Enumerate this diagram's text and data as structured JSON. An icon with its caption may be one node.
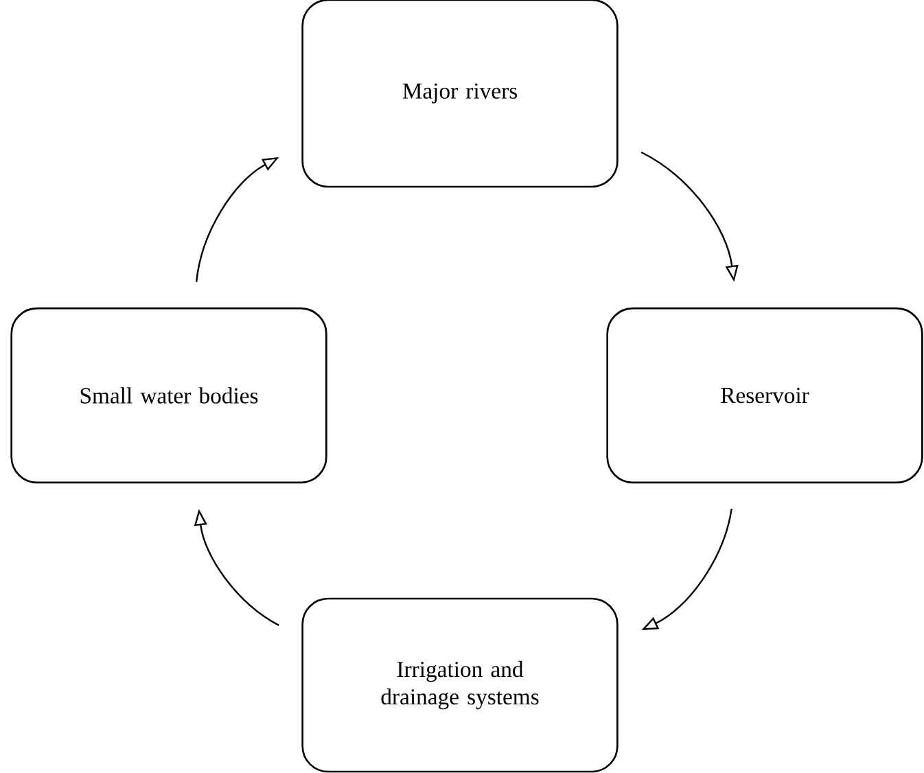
{
  "diagram": {
    "nodes": [
      {
        "text": [
          "Major rivers"
        ]
      },
      {
        "text": [
          "Reservoir"
        ]
      },
      {
        "text": [
          "Irrigation and drainage systems"
        ]
      },
      {
        "text": [
          "Small water bodies"
        ]
      }
    ],
    "edges": [
      {
        "from": 0,
        "to": 1,
        "arrow": "to"
      },
      {
        "from": 1,
        "to": 2,
        "arrow": "to"
      },
      {
        "from": 2,
        "to": 3,
        "arrow": "to"
      },
      {
        "from": 3,
        "to": 0,
        "arrow": "to"
      }
    ]
  }
}
